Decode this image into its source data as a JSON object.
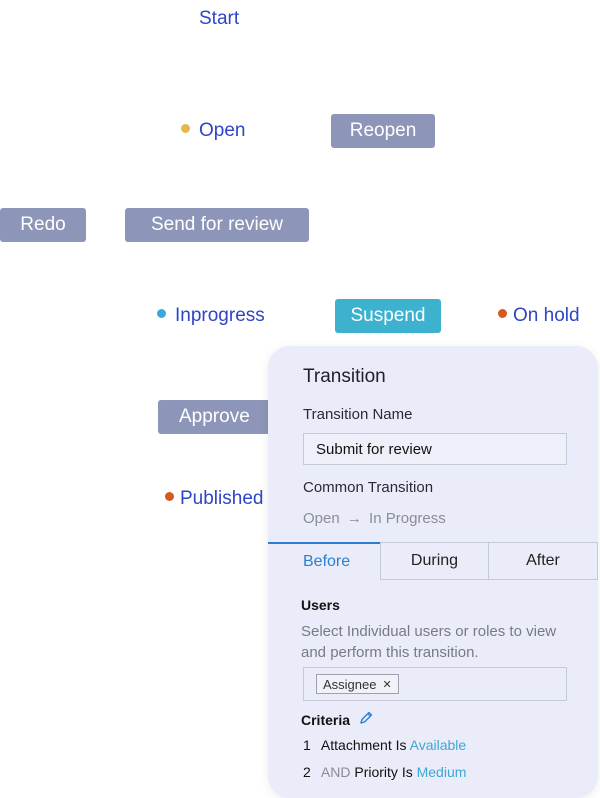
{
  "flow": {
    "start_label": "Start",
    "states": {
      "open": {
        "label": "Open",
        "color": "#e6b84a"
      },
      "inprogress": {
        "label": "Inprogress",
        "color": "#3aa8de"
      },
      "onhold": {
        "label": "On hold",
        "color": "#d45a1f"
      },
      "published": {
        "label": "Published",
        "color": "#d45a1f"
      }
    },
    "transitions": {
      "reopen": "Reopen",
      "redo": "Redo",
      "send_for_review": "Send for review",
      "suspend": "Suspend",
      "approve": "Approve"
    }
  },
  "panel": {
    "title": "Transition",
    "name_label": "Transition Name",
    "name_value": "Submit for review",
    "common_label": "Common Transition",
    "path_from": "Open",
    "path_arrow": "→",
    "path_to": "In Progress",
    "tabs": [
      "Before",
      "During",
      "After"
    ],
    "users_title": "Users",
    "users_desc": "Select Individual users or roles to view and perform this transition.",
    "chip_label": "Assignee",
    "chip_remove": "✕",
    "criteria_title": "Criteria",
    "criteria": [
      {
        "num": "1",
        "op": "",
        "text": "Attachment Is",
        "value": "Available"
      },
      {
        "num": "2",
        "op": "AND",
        "text": "Priority Is",
        "value": "Medium"
      }
    ]
  },
  "colors": {
    "button": "#8d96b8",
    "button_active": "#3db2cf",
    "state_text": "#2e45c8",
    "tab_selected": "#2a7fd4",
    "criteria_value": "#3da7d2"
  }
}
